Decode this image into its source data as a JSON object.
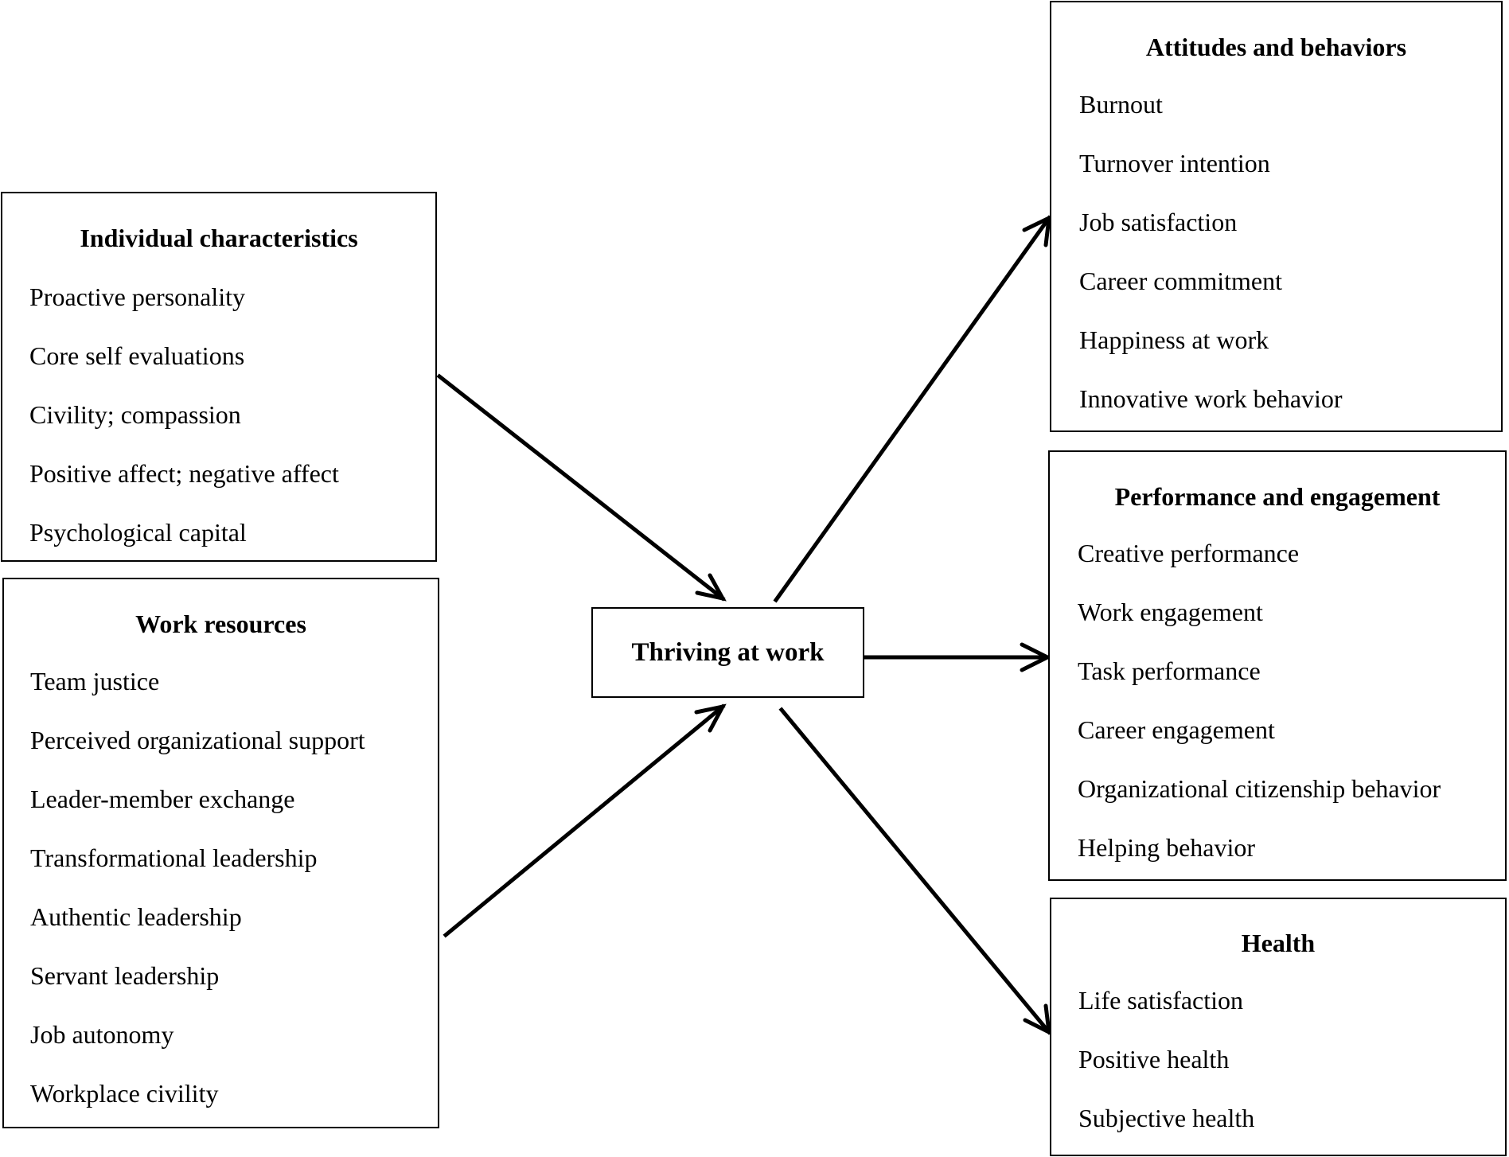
{
  "individual": {
    "title": "Individual characteristics",
    "items": [
      "Proactive personality",
      "Core self evaluations",
      "Civility; compassion",
      "Positive affect; negative affect",
      "Psychological capital"
    ]
  },
  "resources": {
    "title": "Work resources",
    "items": [
      "Team justice",
      "Perceived organizational support",
      "Leader-member exchange",
      "Transformational leadership",
      "Authentic leadership",
      "Servant leadership",
      "Job autonomy",
      "Workplace civility"
    ]
  },
  "center": {
    "label": "Thriving at work"
  },
  "attitudes": {
    "title": "Attitudes and behaviors",
    "items": [
      "Burnout",
      "Turnover intention",
      "Job satisfaction",
      "Career commitment",
      "Happiness at work",
      "Innovative work behavior"
    ]
  },
  "performance": {
    "title": "Performance and engagement",
    "items": [
      "Creative performance",
      "Work engagement",
      "Task performance",
      "Career engagement",
      "Organizational citizenship behavior",
      "Helping behavior"
    ]
  },
  "health": {
    "title": "Health",
    "items": [
      "Life satisfaction",
      "Positive health",
      "Subjective health"
    ]
  }
}
